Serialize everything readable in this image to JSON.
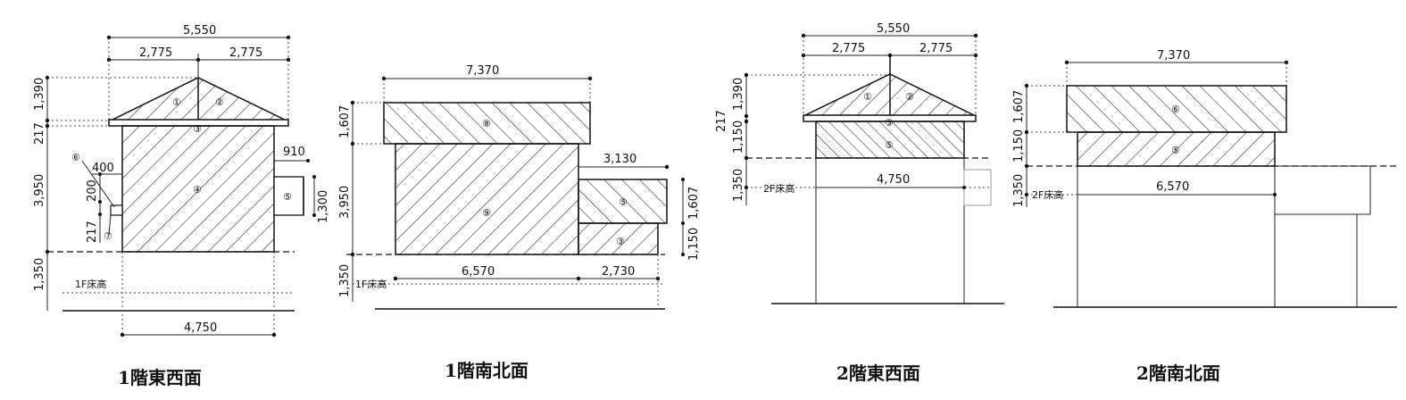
{
  "captions": [
    "1階東西面",
    "1階南北面",
    "2階東西面",
    "2階南北面"
  ],
  "labels": {
    "d5550": "5,550",
    "d2775": "2,775",
    "d7370": "7,370",
    "d4750": "4,750",
    "d6570": "6,570",
    "d2730": "2,730",
    "d3130": "3,130",
    "d910": "910",
    "d400": "400",
    "d1390": "1,390",
    "d217": "217",
    "d3950": "3,950",
    "d1350": "1,350",
    "d200": "200",
    "d1300": "1,300",
    "d1607": "1,607",
    "d1150": "1,150",
    "f1": "1F床高",
    "f2": "2F床高"
  },
  "circled": [
    "①",
    "②",
    "③",
    "④",
    "⑤",
    "⑥",
    "⑦",
    "⑧",
    "⑨"
  ]
}
